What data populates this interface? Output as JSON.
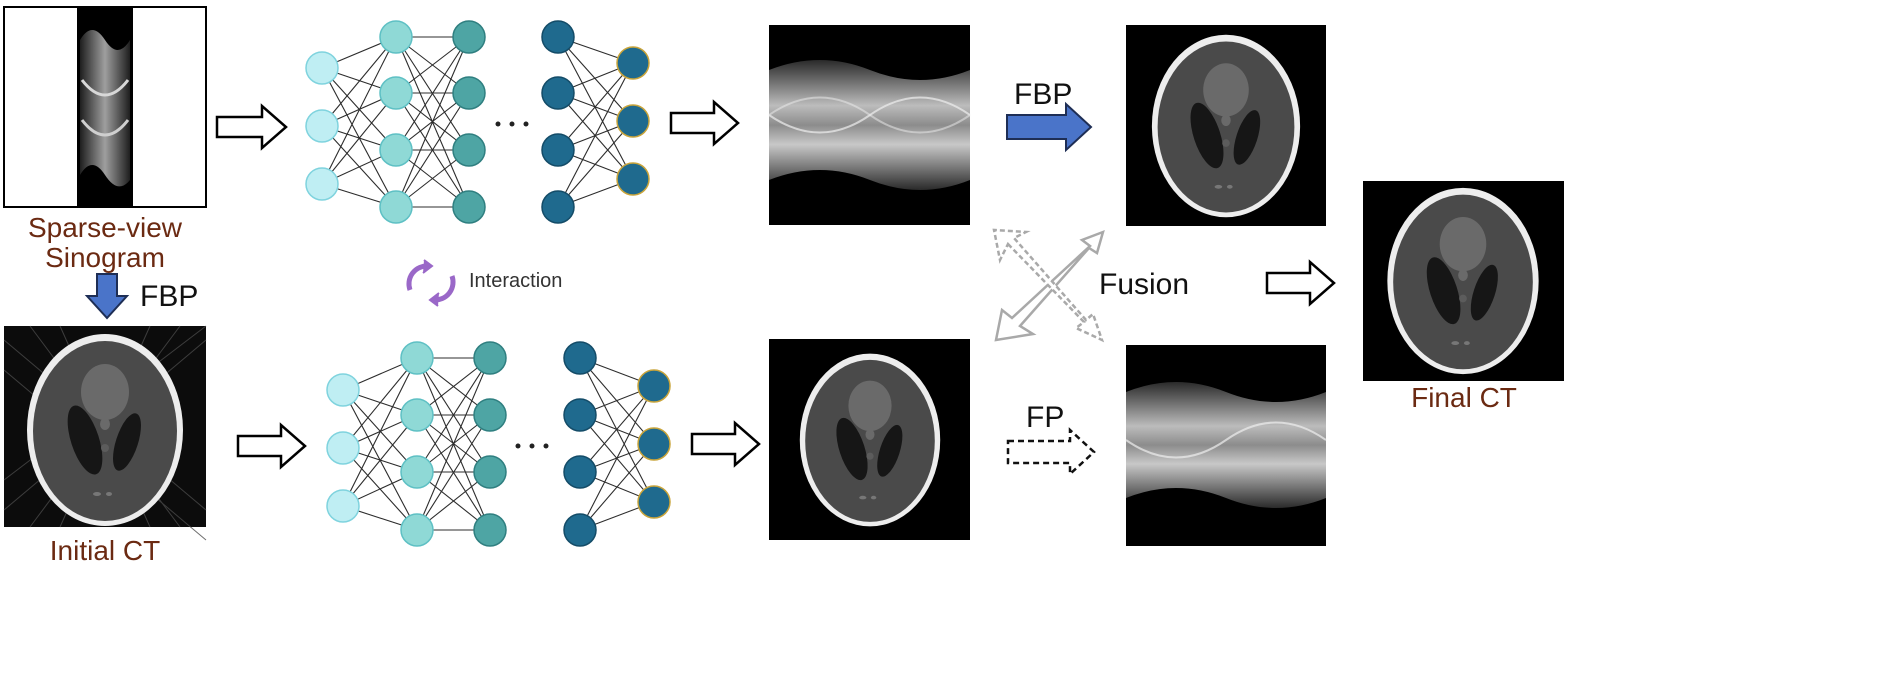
{
  "labels": {
    "sparse_view_line1": "Sparse-view",
    "sparse_view_line2": "Sinogram",
    "initial_ct": "Initial CT",
    "final_ct": "Final CT",
    "fbp_left": "FBP",
    "fbp_top": "FBP",
    "fp": "FP",
    "fusion": "Fusion",
    "interaction": "Interaction"
  },
  "colors": {
    "label_text": "#6b2a12",
    "fbp_arrow": "#4a74c9",
    "node_light": "#bfeef3",
    "node_mid": "#8fd9d6",
    "node_teal": "#4ea5a4",
    "node_dark": "#1f6a8e",
    "interaction_icon": "#9a68c8",
    "fusion_arrow": "#a9a9a9"
  }
}
